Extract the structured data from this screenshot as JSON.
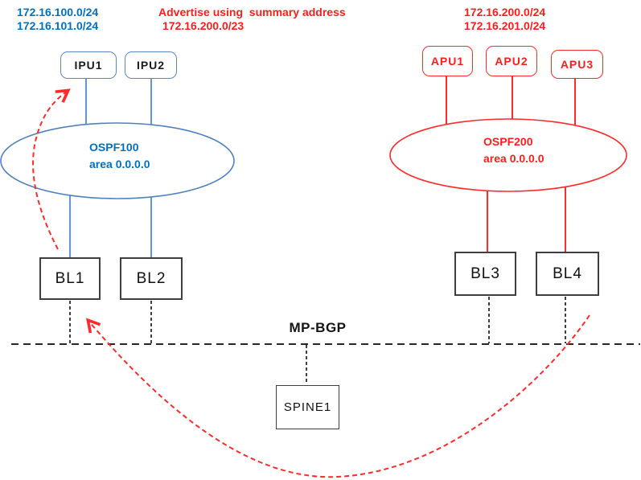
{
  "annotations": {
    "left_networks": [
      "172.16.100.0/24",
      "172.16.101.0/24"
    ],
    "advertise": {
      "line1": "Advertise using  summary address",
      "line2": "172.16.200.0/23"
    },
    "right_networks": [
      "172.16.200.0/24",
      "172.16.201.0/24"
    ],
    "mp_bgp_label": "MP-BGP"
  },
  "ospf_left": {
    "title": "OSPF100",
    "area": "area 0.0.0.0"
  },
  "ospf_right": {
    "title": "OSPF200",
    "area": "area 0.0.0.0"
  },
  "nodes": {
    "ipu1": "IPU1",
    "ipu2": "IPU2",
    "apu1": "APU1",
    "apu2": "APU2",
    "apu3": "APU3",
    "bl1": "BL1",
    "bl2": "BL2",
    "bl3": "BL3",
    "bl4": "BL4",
    "spine1": "SPINE1"
  },
  "colors": {
    "blue_text": "#0070c0",
    "blue_ellipse": "#4f81bd",
    "blue_link": "#5b9bd5",
    "red": "#fe1d1d",
    "red_link": "#fe2b2b",
    "dashed_gray": "#3f3f3f"
  }
}
